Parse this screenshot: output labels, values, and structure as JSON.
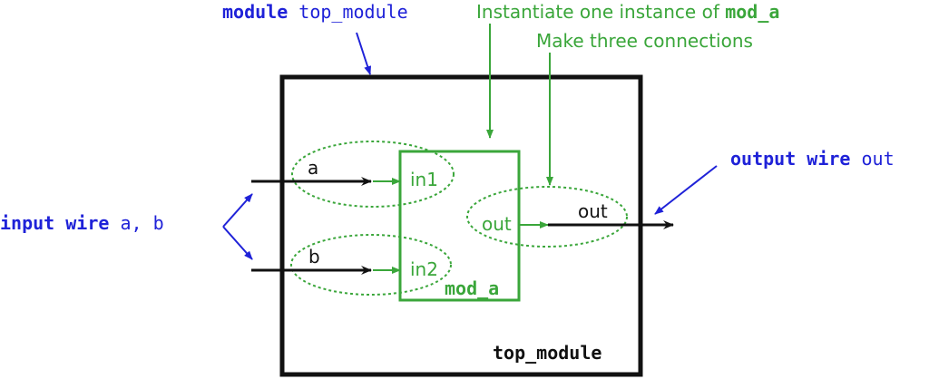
{
  "annotations": {
    "module_keyword": "module",
    "module_name": "top_module",
    "instantiate_prefix": "Instantiate one instance of ",
    "instantiate_module": "mod_a",
    "connections": "Make three connections",
    "input_keyword": "input wire",
    "input_names": "a, b",
    "output_keyword": "output wire",
    "output_names": "out"
  },
  "top_module": {
    "label": "top_module"
  },
  "mod_a": {
    "label": "mod_a",
    "ports": {
      "in1": "in1",
      "in2": "in2",
      "out": "out"
    }
  },
  "signals": {
    "a": "a",
    "b": "b",
    "out": "out"
  },
  "colors": {
    "annotation_blue": "#1f22d8",
    "module_green": "#3aa63a",
    "wire_black": "#111111"
  }
}
